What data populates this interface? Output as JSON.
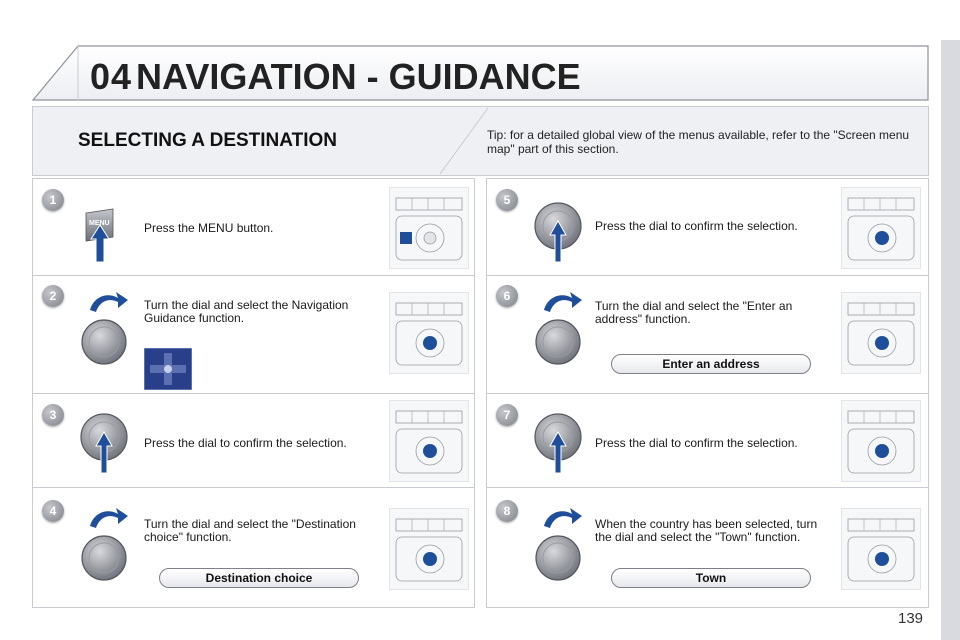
{
  "header": {
    "chapter": "04",
    "title": "NAVIGATION - GUIDANCE"
  },
  "section": {
    "title": "SELECTING A DESTINATION",
    "tip": "Tip: for a detailed global view of the menus available, refer to the \"Screen menu map\" part of this section."
  },
  "steps": [
    {
      "number": "1",
      "text": "Press the MENU button.",
      "icon": "menu-button-icon",
      "icon_label": "MENU"
    },
    {
      "number": "2",
      "text": "Turn the dial and select the Navigation Guidance function.",
      "icon": "dial-turn-icon"
    },
    {
      "number": "3",
      "text": "Press the dial to confirm the selection.",
      "icon": "dial-press-icon"
    },
    {
      "number": "4",
      "text": "Turn the dial and select the \"Destination choice\" function.",
      "icon": "dial-turn-icon",
      "option": "Destination choice"
    },
    {
      "number": "5",
      "text": "Press the dial to confirm the selection.",
      "icon": "dial-press-icon"
    },
    {
      "number": "6",
      "text": "Turn the dial and select the \"Enter an address\" function.",
      "icon": "dial-turn-icon",
      "option": "Enter an address"
    },
    {
      "number": "7",
      "text": "Press the dial to confirm the selection.",
      "icon": "dial-press-icon"
    },
    {
      "number": "8",
      "text": "When the country has been selected, turn the dial and select the \"Town\" function.",
      "icon": "dial-turn-icon",
      "option": "Town"
    }
  ],
  "page_number": "139",
  "colors": {
    "accent_blue": "#1f4f9a",
    "dial_gray": "#8a8c92",
    "frame_gray": "#c9cbd3"
  }
}
